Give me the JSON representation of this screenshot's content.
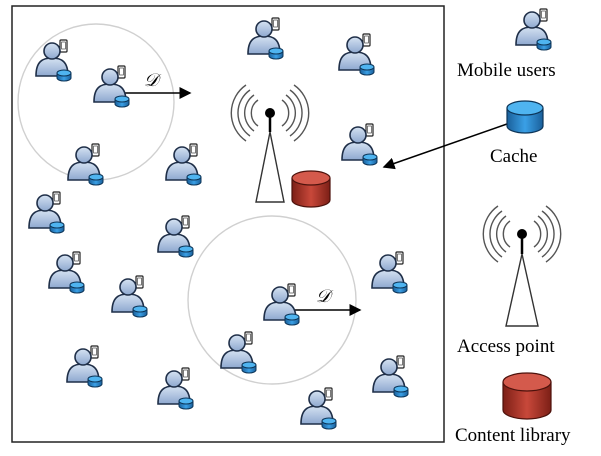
{
  "legend": {
    "mobile_users": "Mobile users",
    "cache": "Cache",
    "access_point": "Access point",
    "content_library": "Content library"
  },
  "range_label": "𝒟",
  "colors": {
    "user_body": "#a8bfe0",
    "user_stroke": "#1f2f48",
    "cache_fill": "#1f7fc8",
    "library_fill": "#b03a2e",
    "circle_stroke": "#d0d0d0",
    "wave_stroke": "#555555"
  }
}
